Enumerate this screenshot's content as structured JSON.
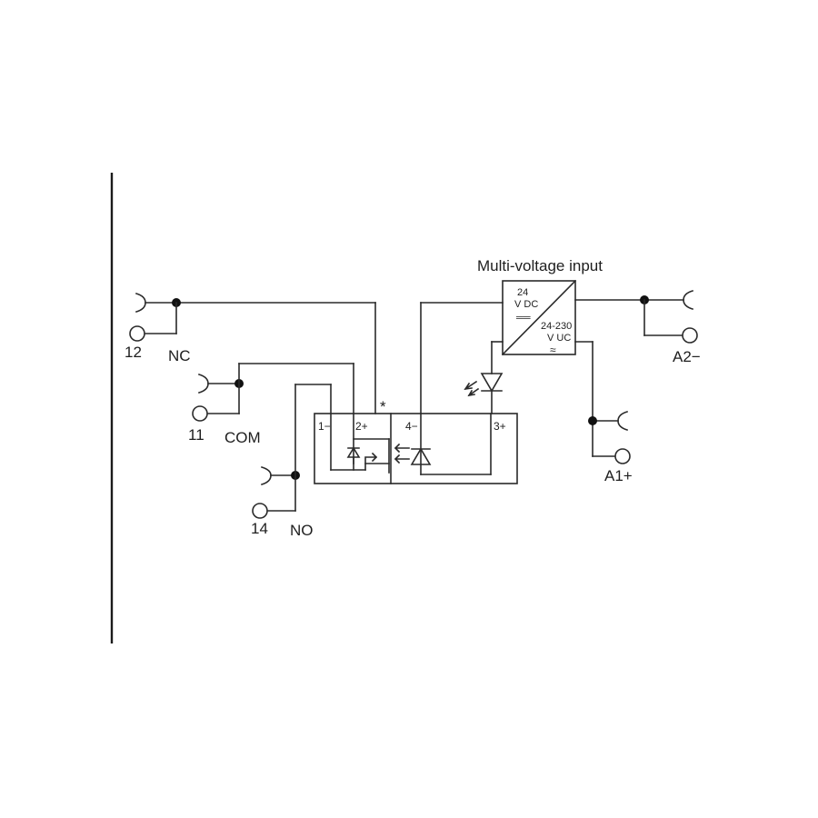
{
  "diagram": {
    "title": "Multi-voltage input",
    "terminals": {
      "nc_number": "12",
      "nc_name": "NC",
      "com_number": "11",
      "com_name": "COM",
      "no_number": "14",
      "no_name": "NO",
      "a2": "A2−",
      "a1": "A1+"
    },
    "converter": {
      "dc_voltage": "24",
      "dc_unit": "V DC",
      "dc_symbol": "══",
      "uc_voltage": "24-230",
      "uc_unit": "V UC",
      "uc_symbol": "≈"
    },
    "relay_pins": {
      "p1": "1−",
      "p2": "2+",
      "p3": "3+",
      "p4": "4−"
    },
    "footnote_marker": "*"
  }
}
